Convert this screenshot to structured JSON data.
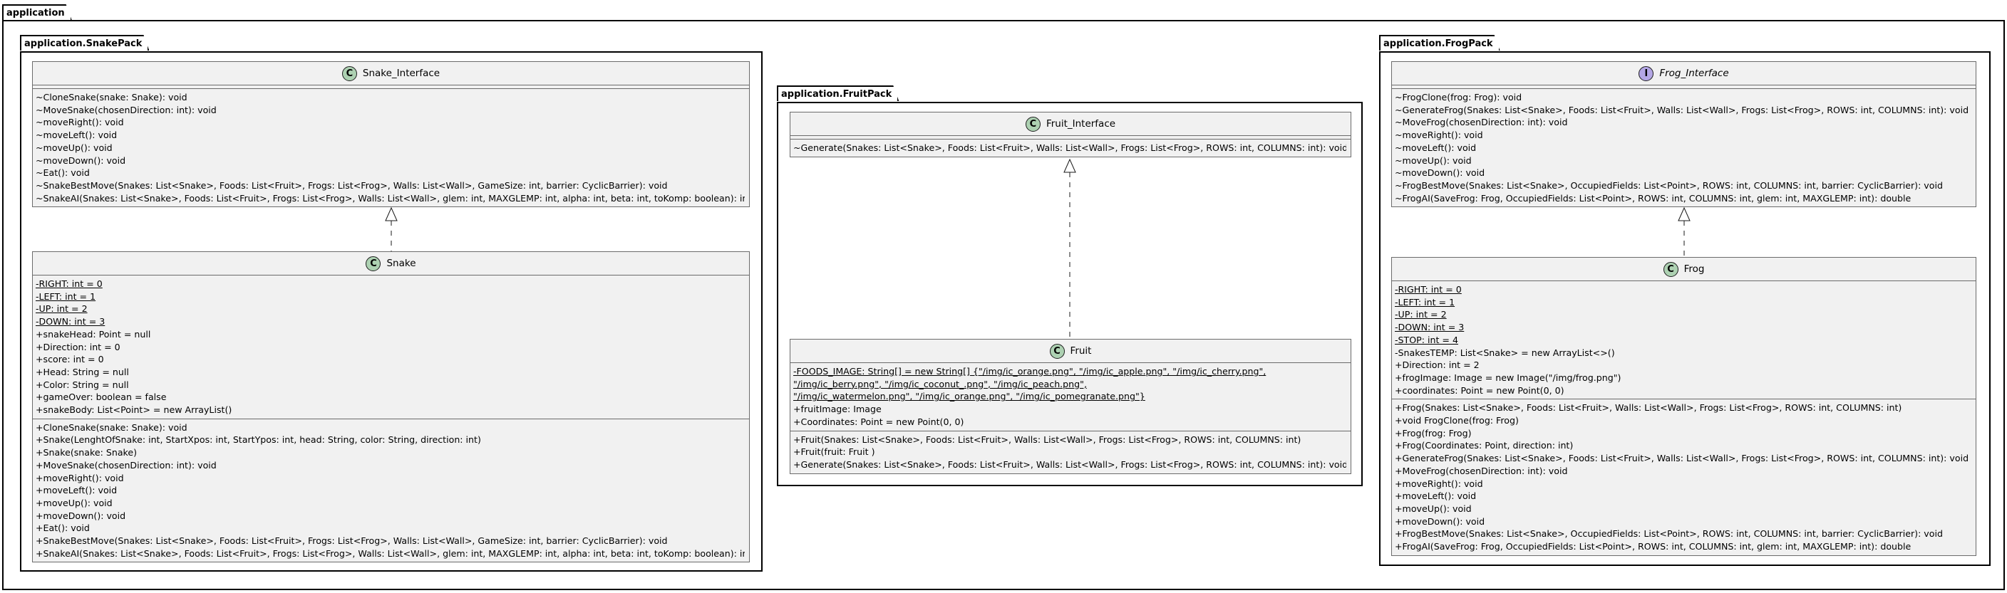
{
  "packages": {
    "root": "application",
    "snake": "application.SnakePack",
    "fruit": "application.FruitPack",
    "frog": "application.FrogPack"
  },
  "colors": {
    "class_badge": "#add1b2",
    "interface_badge": "#b4a7e5",
    "class_fill": "#f1f1f1"
  },
  "classes": {
    "snake_interface": {
      "badge": "C",
      "name": "Snake_Interface",
      "fields": [],
      "methods": [
        "~CloneSnake(snake: Snake): void",
        "~MoveSnake(chosenDirection: int): void",
        "~moveRight(): void",
        "~moveLeft(): void",
        "~moveUp(): void",
        "~moveDown(): void",
        "~Eat(): void",
        "~SnakeBestMove(Snakes: List<Snake>, Foods: List<Fruit>, Frogs: List<Frog>, Walls: List<Wall>, GameSize: int, barrier: CyclicBarrier): void",
        "~SnakeAI(Snakes: List<Snake>, Foods: List<Fruit>, Frogs: List<Frog>, Walls: List<Wall>, glem: int, MAXGLEMP: int, alpha: int, beta: int, toKomp: boolean): int"
      ]
    },
    "snake": {
      "badge": "C",
      "name": "Snake",
      "fields": [
        "-RIGHT: int = 0",
        "-LEFT: int = 1",
        "-UP: int = 2",
        "-DOWN: int = 3",
        "+snakeHead: Point = null",
        "+Direction: int = 0",
        "+score: int = 0",
        "+Head: String = null",
        "+Color: String = null",
        "+gameOver: boolean = false",
        "+snakeBody: List<Point> = new ArrayList()"
      ],
      "methods": [
        "+CloneSnake(snake: Snake): void",
        "+Snake(LenghtOfSnake: int, StartXpos: int, StartYpos: int, head: String, color: String, direction: int)",
        "+Snake(snake: Snake)",
        "+MoveSnake(chosenDirection: int): void",
        "+moveRight(): void",
        "+moveLeft(): void",
        "+moveUp(): void",
        "+moveDown(): void",
        "+Eat(): void",
        "+SnakeBestMove(Snakes: List<Snake>, Foods: List<Fruit>, Frogs: List<Frog>, Walls: List<Wall>, GameSize: int, barrier: CyclicBarrier): void",
        "+SnakeAI(Snakes: List<Snake>, Foods: List<Fruit>, Frogs: List<Frog>, Walls: List<Wall>, glem: int, MAXGLEMP: int, alpha: int, beta: int, toKomp: boolean): int"
      ]
    },
    "fruit_interface": {
      "badge": "C",
      "name": "Fruit_Interface",
      "fields": [],
      "methods": [
        "~Generate(Snakes: List<Snake>, Foods: List<Fruit>, Walls: List<Wall>, Frogs: List<Frog>, ROWS: int, COLUMNS: int): void"
      ]
    },
    "fruit": {
      "badge": "C",
      "name": "Fruit",
      "fields": [
        "-FOODS_IMAGE: String[] = new String[] {\"/img/ic_orange.png\", \"/img/ic_apple.png\", \"/img/ic_cherry.png\",",
        "\"/img/ic_berry.png\", \"/img/ic_coconut_.png\", \"/img/ic_peach.png\",",
        "\"/img/ic_watermelon.png\", \"/img/ic_orange.png\", \"/img/ic_pomegranate.png\"}",
        "+fruitImage: Image",
        "+Coordinates: Point = new Point(0, 0)"
      ],
      "methods": [
        "+Fruit(Snakes: List<Snake>, Foods: List<Fruit>, Walls: List<Wall>, Frogs: List<Frog>, ROWS: int, COLUMNS: int)",
        "+Fruit(fruit: Fruit )",
        "+Generate(Snakes: List<Snake>, Foods: List<Fruit>, Walls: List<Wall>, Frogs: List<Frog>, ROWS: int, COLUMNS: int): void"
      ]
    },
    "frog_interface": {
      "badge": "I",
      "name": "Frog_Interface",
      "fields": [],
      "methods": [
        "~FrogClone(frog: Frog): void",
        "~GenerateFrog(Snakes: List<Snake>, Foods: List<Fruit>, Walls: List<Wall>, Frogs: List<Frog>, ROWS: int, COLUMNS: int): void",
        "~MoveFrog(chosenDirection: int): void",
        "~moveRight(): void",
        "~moveLeft(): void",
        "~moveUp(): void",
        "~moveDown(): void",
        "~FrogBestMove(Snakes: List<Snake>, OccupiedFields: List<Point>, ROWS: int, COLUMNS: int, barrier: CyclicBarrier): void",
        "~FrogAI(SaveFrog: Frog, OccupiedFields: List<Point>, ROWS: int, COLUMNS: int, glem: int, MAXGLEMP: int): double"
      ]
    },
    "frog": {
      "badge": "C",
      "name": "Frog",
      "fields": [
        "-RIGHT: int = 0",
        "-LEFT: int = 1",
        "-UP: int = 2",
        "-DOWN: int = 3",
        "-STOP: int = 4",
        "-SnakesTEMP: List<Snake> = new ArrayList<>()",
        "+Direction: int = 2",
        "+frogImage: Image = new Image(\"/img/frog.png\")",
        "+coordinates: Point  = new Point(0, 0)"
      ],
      "methods": [
        "+Frog(Snakes: List<Snake>, Foods: List<Fruit>, Walls: List<Wall>, Frogs: List<Frog>, ROWS: int, COLUMNS: int)",
        "+void FrogClone(frog: Frog)",
        "+Frog(frog: Frog)",
        "+Frog(Coordinates: Point, direction: int)",
        "+GenerateFrog(Snakes: List<Snake>, Foods: List<Fruit>, Walls: List<Wall>, Frogs: List<Frog>, ROWS: int, COLUMNS: int): void",
        "+MoveFrog(chosenDirection: int): void",
        "+moveRight(): void",
        "+moveLeft(): void",
        "+moveUp(): void",
        "+moveDown(): void",
        "+FrogBestMove(Snakes: List<Snake>, OccupiedFields: List<Point>, ROWS: int, COLUMNS: int, barrier: CyclicBarrier): void",
        "+FrogAI(SaveFrog: Frog, OccupiedFields: List<Point>, ROWS: int, COLUMNS: int, glem: int, MAXGLEMP: int): double"
      ]
    }
  }
}
